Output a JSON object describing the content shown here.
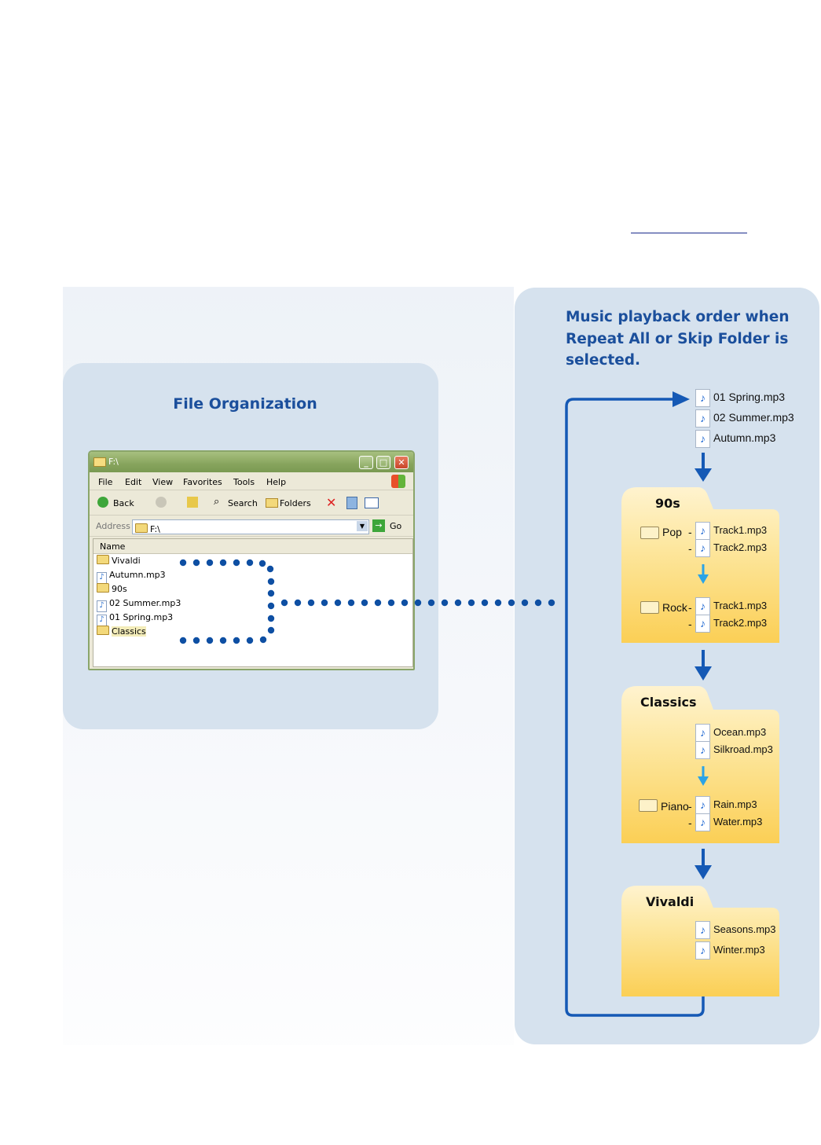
{
  "left_panel": {
    "title": "File Organization",
    "window": {
      "title": "F:\\",
      "menu": [
        "File",
        "Edit",
        "View",
        "Favorites",
        "Tools",
        "Help"
      ],
      "toolbar": {
        "back": "Back",
        "search": "Search",
        "folders": "Folders"
      },
      "address_label": "Address",
      "address_value": "F:\\",
      "go_label": "Go",
      "column_name": "Name",
      "items": [
        {
          "name": "Vivaldi",
          "type": "folder"
        },
        {
          "name": "Autumn.mp3",
          "type": "file"
        },
        {
          "name": "90s",
          "type": "folder"
        },
        {
          "name": "02 Summer.mp3",
          "type": "file"
        },
        {
          "name": "01 Spring.mp3",
          "type": "file"
        },
        {
          "name": "Classics",
          "type": "folder"
        }
      ]
    }
  },
  "right_panel": {
    "title": "Music playback order when Repeat All or Skip Folder is selected.",
    "root_files": [
      "01 Spring.mp3",
      "02 Summer.mp3",
      "Autumn.mp3"
    ],
    "folders": [
      {
        "name": "90s",
        "subfolders": [
          {
            "name": "Pop",
            "files": [
              "Track1.mp3",
              "Track2.mp3"
            ]
          },
          {
            "name": "Rock",
            "files": [
              "Track1.mp3",
              "Track2.mp3"
            ]
          }
        ]
      },
      {
        "name": "Classics",
        "files": [
          "Ocean.mp3",
          "Silkroad.mp3"
        ],
        "subfolders": [
          {
            "name": "Piano",
            "files": [
              "Rain.mp3",
              "Water.mp3"
            ]
          }
        ]
      },
      {
        "name": "Vivaldi",
        "files": [
          "Seasons.mp3",
          "Winter.mp3"
        ]
      }
    ]
  },
  "colors": {
    "panel_bg": "#d6e2ee",
    "heading": "#1b4f9c",
    "arrow": "#1559b5",
    "dots": "#0e4fa3",
    "folder_yellow": "#fcd564",
    "small_arrow": "#2ba3e6"
  }
}
